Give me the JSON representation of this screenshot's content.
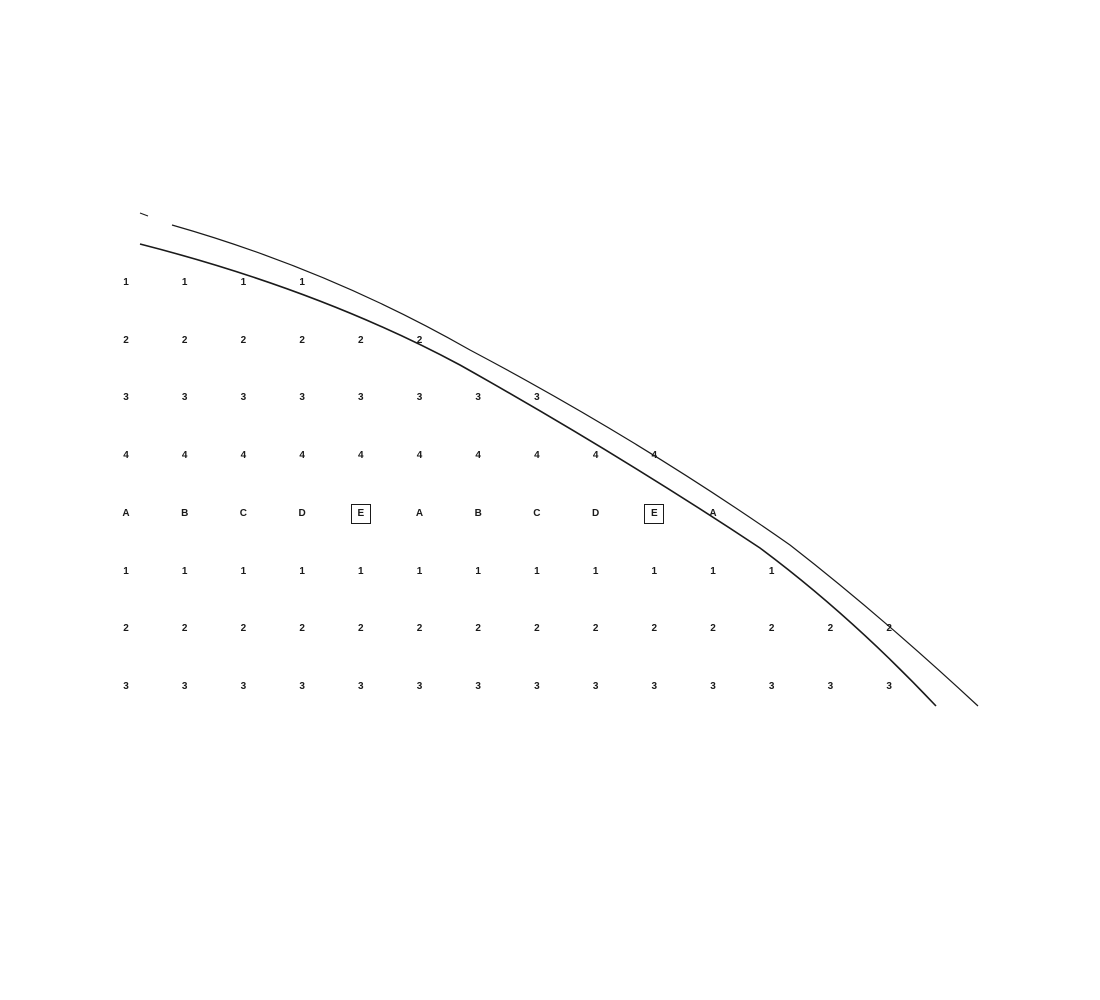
{
  "rows": [
    {
      "labels": [
        "1",
        "1",
        "1",
        "1"
      ],
      "boxed": []
    },
    {
      "labels": [
        "2",
        "2",
        "2",
        "2",
        "2",
        "2"
      ],
      "boxed": []
    },
    {
      "labels": [
        "3",
        "3",
        "3",
        "3",
        "3",
        "3",
        "3",
        "3"
      ],
      "boxed": []
    },
    {
      "labels": [
        "4",
        "4",
        "4",
        "4",
        "4",
        "4",
        "4",
        "4",
        "4",
        "4"
      ],
      "boxed": []
    },
    {
      "labels": [
        "A",
        "B",
        "C",
        "D",
        "E",
        "A",
        "B",
        "C",
        "D",
        "E",
        "A"
      ],
      "boxed": [
        4,
        9
      ]
    },
    {
      "labels": [
        "1",
        "1",
        "1",
        "1",
        "1",
        "1",
        "1",
        "1",
        "1",
        "1",
        "1",
        "1"
      ],
      "boxed": []
    },
    {
      "labels": [
        "2",
        "2",
        "2",
        "2",
        "2",
        "2",
        "2",
        "2",
        "2",
        "2",
        "2",
        "2",
        "2",
        "2"
      ],
      "boxed": []
    },
    {
      "labels": [
        "3",
        "3",
        "3",
        "3",
        "3",
        "3",
        "3",
        "3",
        "3",
        "3",
        "3",
        "3",
        "3",
        "3"
      ],
      "boxed": []
    }
  ],
  "colors": {
    "ink": "#1a1a1a",
    "background": "#ffffff"
  }
}
